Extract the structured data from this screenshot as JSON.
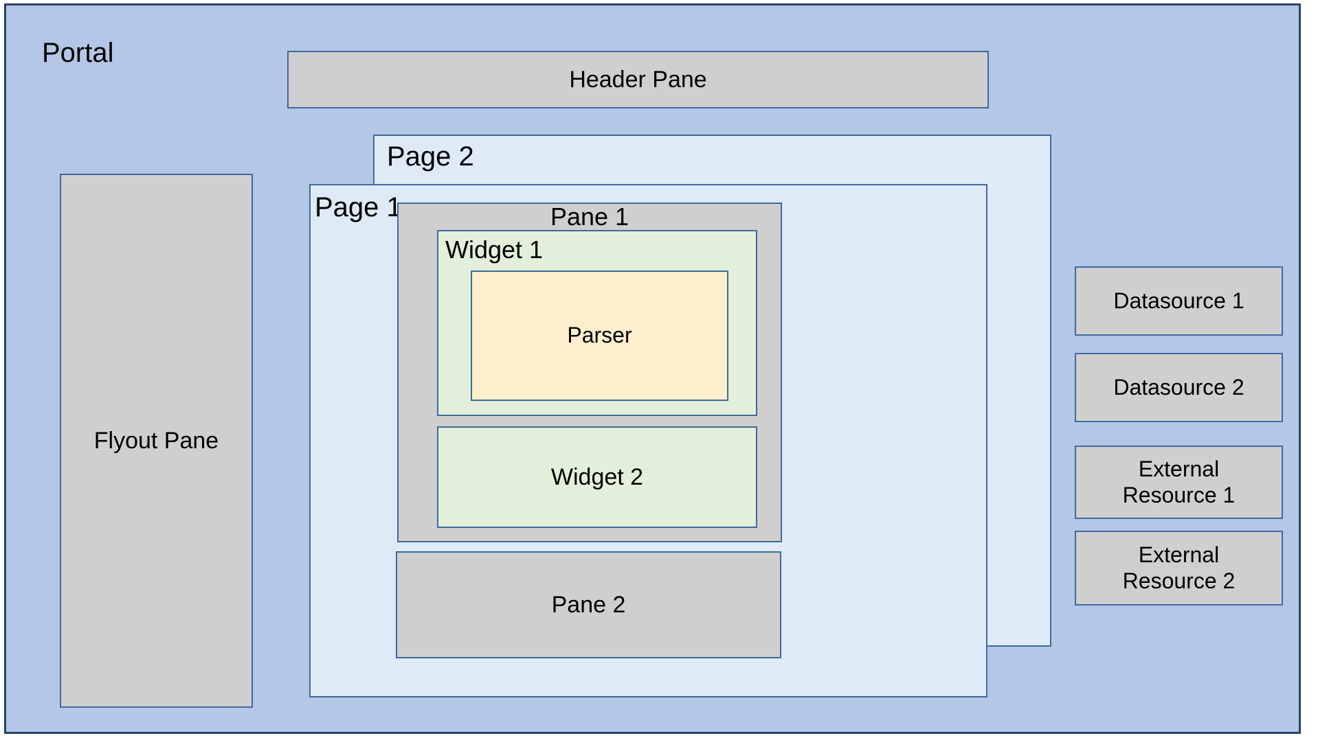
{
  "diagram": {
    "title": "Portal",
    "colors": {
      "portal_fill": "#b4c7e7",
      "portal_border": "#2c3f66",
      "box_border": "#41699b",
      "pane_fill": "#cfcfcf",
      "page_fill": "#deeaf6",
      "widget_fill": "#e2efda",
      "parser_fill": "#fdeecd",
      "background": "#ffffff"
    }
  },
  "portal": {
    "label": "Portal",
    "flyout_pane": {
      "label": "Flyout Pane"
    },
    "header_pane": {
      "label": "Header Pane"
    },
    "pages": [
      {
        "label": "Page 2"
      },
      {
        "label": "Page 1",
        "panes": [
          {
            "label": "Pane 1",
            "widgets": [
              {
                "label": "Widget 1",
                "children": [
                  {
                    "label": "Parser"
                  }
                ]
              },
              {
                "label": "Widget 2",
                "children": []
              }
            ]
          },
          {
            "label": "Pane 2",
            "widgets": []
          }
        ]
      }
    ],
    "resources": [
      {
        "label": "Datasource 1"
      },
      {
        "label": "Datasource 2"
      },
      {
        "label": "External\nResource 1",
        "lines": [
          "External",
          "Resource 1"
        ]
      },
      {
        "label": "External\nResource 2",
        "lines": [
          "External",
          "Resource 2"
        ]
      }
    ]
  }
}
